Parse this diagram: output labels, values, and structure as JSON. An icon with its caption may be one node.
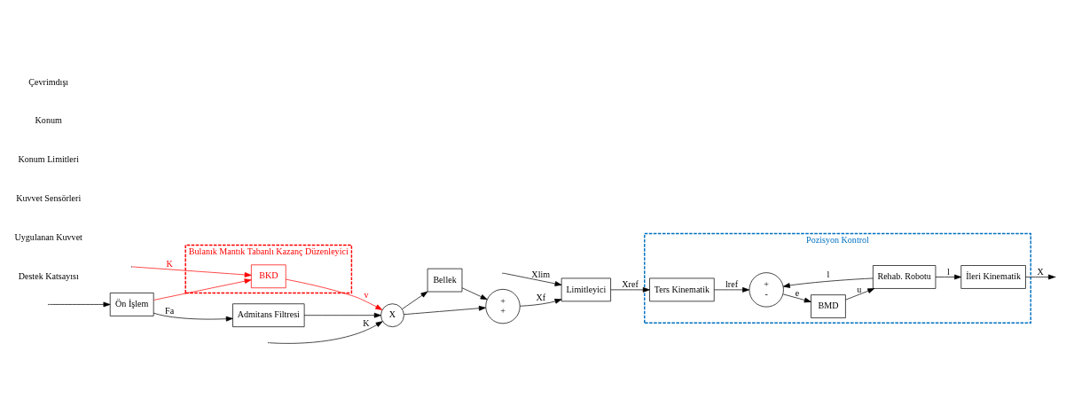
{
  "diagram": {
    "nodes": [
      {
        "text": [
          "Bellek"
        ]
      },
      {
        "text": [
          "+",
          "+"
        ]
      },
      {
        "text": [
          "X"
        ]
      },
      {
        "text": [
          "Admitans Filtresi"
        ]
      },
      {
        "text": [
          "Ön İşlem"
        ]
      },
      {
        "text": [
          "Limitleyici"
        ]
      },
      {
        "text": [
          "Bulanık Mantık Tabanlı Kazanç Düzenleyici"
        ]
      },
      {
        "text": [
          "BKD"
        ],
        "in": 6
      },
      {
        "text": [
          "Pozisyon Kontrol"
        ]
      },
      {
        "text": [
          "Ters Kinematik"
        ],
        "in": 8
      },
      {
        "text": [
          "+",
          "-"
        ],
        "in": 8
      },
      {
        "text": [
          "BMD"
        ],
        "in": 8
      },
      {
        "text": [
          "Rehab. Robotu"
        ],
        "in": 8
      },
      {
        "text": [
          "İleri Kinematik"
        ],
        "in": 8
      }
    ],
    "edges": [
      {
        "from": null,
        "to": 4,
        "arrow": "to"
      },
      {
        "from": 4,
        "to": 3,
        "arrow": "to",
        "label": "Fa"
      },
      {
        "from": 3,
        "to": 2,
        "arrow": "to"
      },
      {
        "from": null,
        "to": 2,
        "arrow": "to",
        "label": "K"
      },
      {
        "from": 2,
        "to": 0,
        "arrow": "to"
      },
      {
        "from": 2,
        "to": 1,
        "arrow": "to"
      },
      {
        "from": 0,
        "to": 1,
        "arrow": "to"
      },
      {
        "from": 1,
        "to": 5,
        "arrow": "to",
        "label": "Xf"
      },
      {
        "from": null,
        "to": 5,
        "arrow": "to",
        "label": "Xlim"
      },
      {
        "from": 4,
        "to": 7,
        "arrow": "to",
        "color": "#ff0000"
      },
      {
        "from": null,
        "to": 7,
        "arrow": "to",
        "label": "K",
        "color": "#ff0000"
      },
      {
        "from": 7,
        "to": 2,
        "arrow": "to",
        "label": "v",
        "color": "#ff0000"
      },
      {
        "from": 5,
        "to": 9,
        "arrow": "to",
        "label": "Xref"
      },
      {
        "from": 9,
        "to": 10,
        "arrow": "to",
        "label": "lref"
      },
      {
        "from": 10,
        "to": 11,
        "arrow": "to",
        "label": "e"
      },
      {
        "from": 11,
        "to": 12,
        "arrow": "to",
        "label": "u"
      },
      {
        "from": 12,
        "to": 13,
        "arrow": "to",
        "label": "l"
      },
      {
        "from": 12,
        "to": 10,
        "arrow": "to",
        "label": "l"
      },
      {
        "from": 13,
        "to": null,
        "arrow": "to",
        "label": "X"
      }
    ],
    "labels": [
      "Destek Katsayısı",
      "Uygulanan Kuvvet",
      "Kuvvet Sensörleri",
      "Konum Limitleri",
      "Konum",
      "Çevrimdışı"
    ]
  }
}
